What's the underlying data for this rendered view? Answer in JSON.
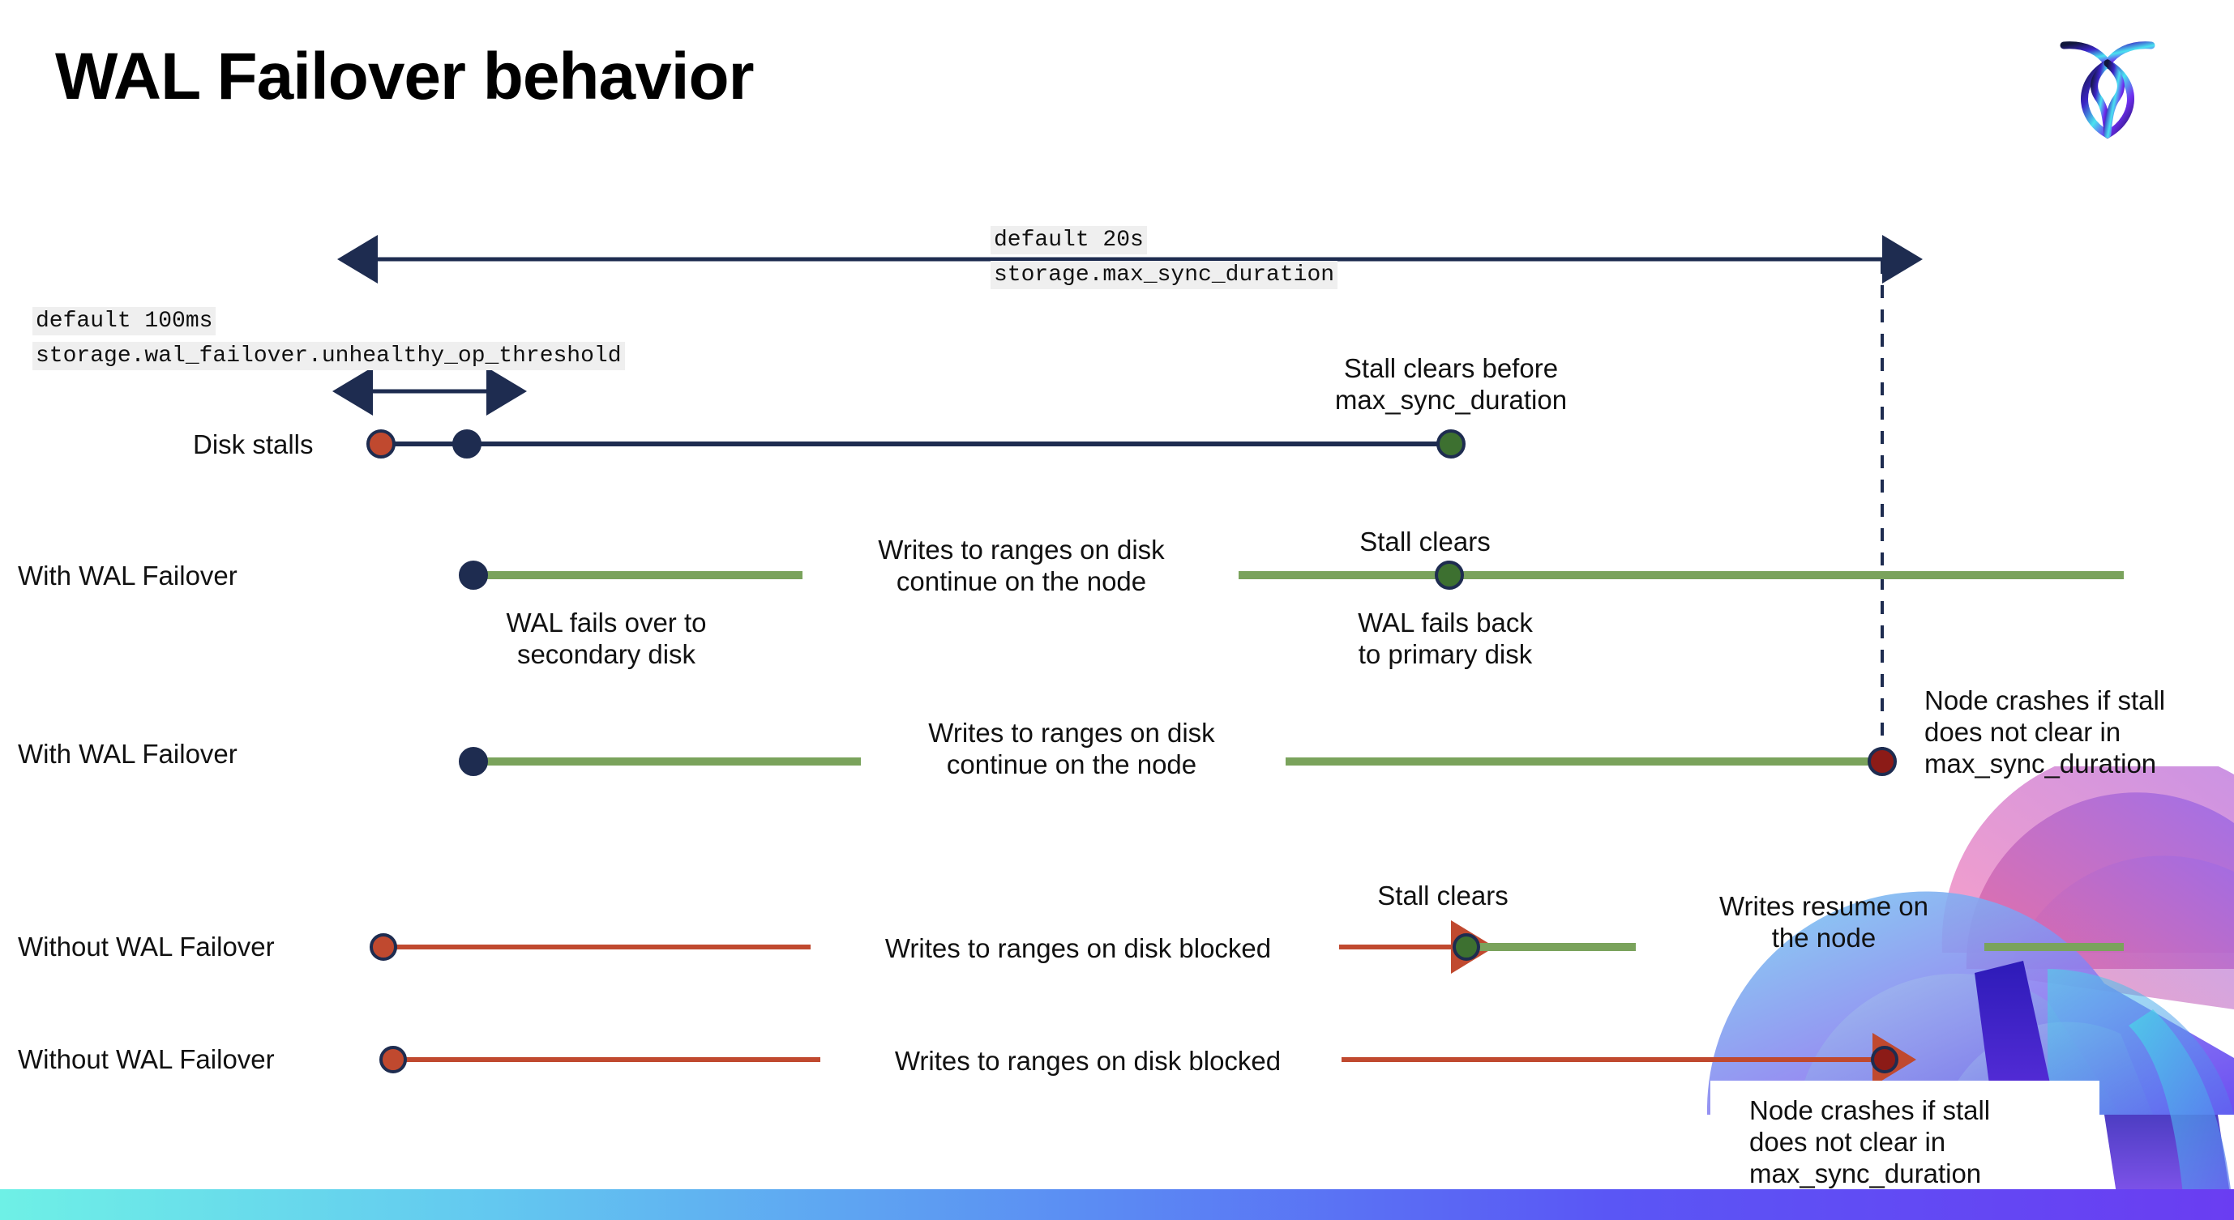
{
  "slide": {
    "title": "WAL Failover behavior",
    "logo_name": "cockroachdb-logo"
  },
  "settings": {
    "max_sync": {
      "default_label": "default 20s",
      "cluster_setting": "storage.max_sync_duration"
    },
    "unhealthy_op": {
      "default_label": "default 100ms",
      "cluster_setting": "storage.wal_failover.unhealthy_op_threshold"
    }
  },
  "rows": [
    {
      "id": "disk-stalls",
      "label": "Disk stalls",
      "note_above_right": "Stall clears before\nmax_sync_duration"
    },
    {
      "id": "with-wal-failover-clears",
      "label": "With WAL Failover",
      "note_start_below": "WAL fails over to\nsecondary disk",
      "note_middle": "Writes to ranges on disk\ncontinue on the node",
      "note_clear_above": "Stall clears",
      "note_clear_below": "WAL fails  back\nto primary disk"
    },
    {
      "id": "with-wal-failover-crash",
      "label": "With WAL Failover",
      "note_middle": "Writes to ranges on disk\ncontinue on the node",
      "note_crash": "Node crashes if stall\ndoes not clear in\nmax_sync_duration"
    },
    {
      "id": "without-wal-failover-clears",
      "label": "Without WAL Failover",
      "note_middle": "Writes to ranges on disk  blocked",
      "note_clear_above": "Stall clears",
      "note_resume": "Writes resume on\nthe node"
    },
    {
      "id": "without-wal-failover-crash",
      "label": "Without WAL Failover",
      "note_middle": "Writes to ranges on disk  blocked",
      "note_crash": "Node crashes if stall\ndoes not clear in\nmax_sync_duration"
    }
  ],
  "colors": {
    "navy": "#1e2c50",
    "red": "#c0492f",
    "dark_red": "#8c1b17",
    "green_line": "#7aa35c",
    "green_dot": "#3d7030",
    "code_bg": "#efefef",
    "bar_gradient_start": "#6ef0e6",
    "bar_gradient_end": "#6a3df2"
  }
}
